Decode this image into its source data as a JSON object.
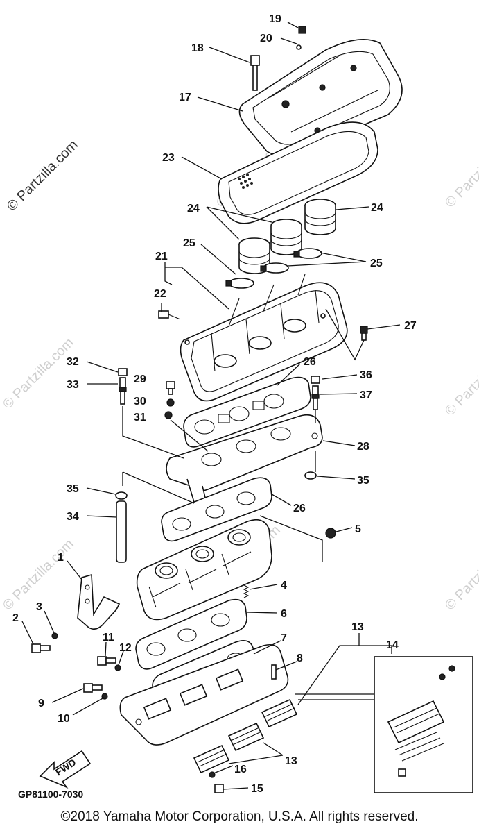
{
  "watermark": "© Partzilla.com",
  "diagram_code": "GP81100-7030",
  "fwd_arrow_label": "FWD",
  "copyright": "©2018  Yamaha Motor Corporation, U.S.A. All rights reserved.",
  "callouts": {
    "p1": "1",
    "p2": "2",
    "p3": "3",
    "p4": "4",
    "p5": "5",
    "p6": "6",
    "p7": "7",
    "p8": "8",
    "p9": "9",
    "p10": "10",
    "p11": "11",
    "p12": "12",
    "p13a": "13",
    "p13b": "13",
    "p14": "14",
    "p15": "15",
    "p16": "16",
    "p17": "17",
    "p18": "18",
    "p19": "19",
    "p20": "20",
    "p21": "21",
    "p22": "22",
    "p23": "23",
    "p24a": "24",
    "p24b": "24",
    "p25a": "25",
    "p25b": "25",
    "p26a": "26",
    "p26b": "26",
    "p27": "27",
    "p28": "28",
    "p29": "29",
    "p30": "30",
    "p31": "31",
    "p32": "32",
    "p33": "33",
    "p34": "34",
    "p35a": "35",
    "p35b": "35",
    "p36": "36",
    "p37": "37"
  }
}
